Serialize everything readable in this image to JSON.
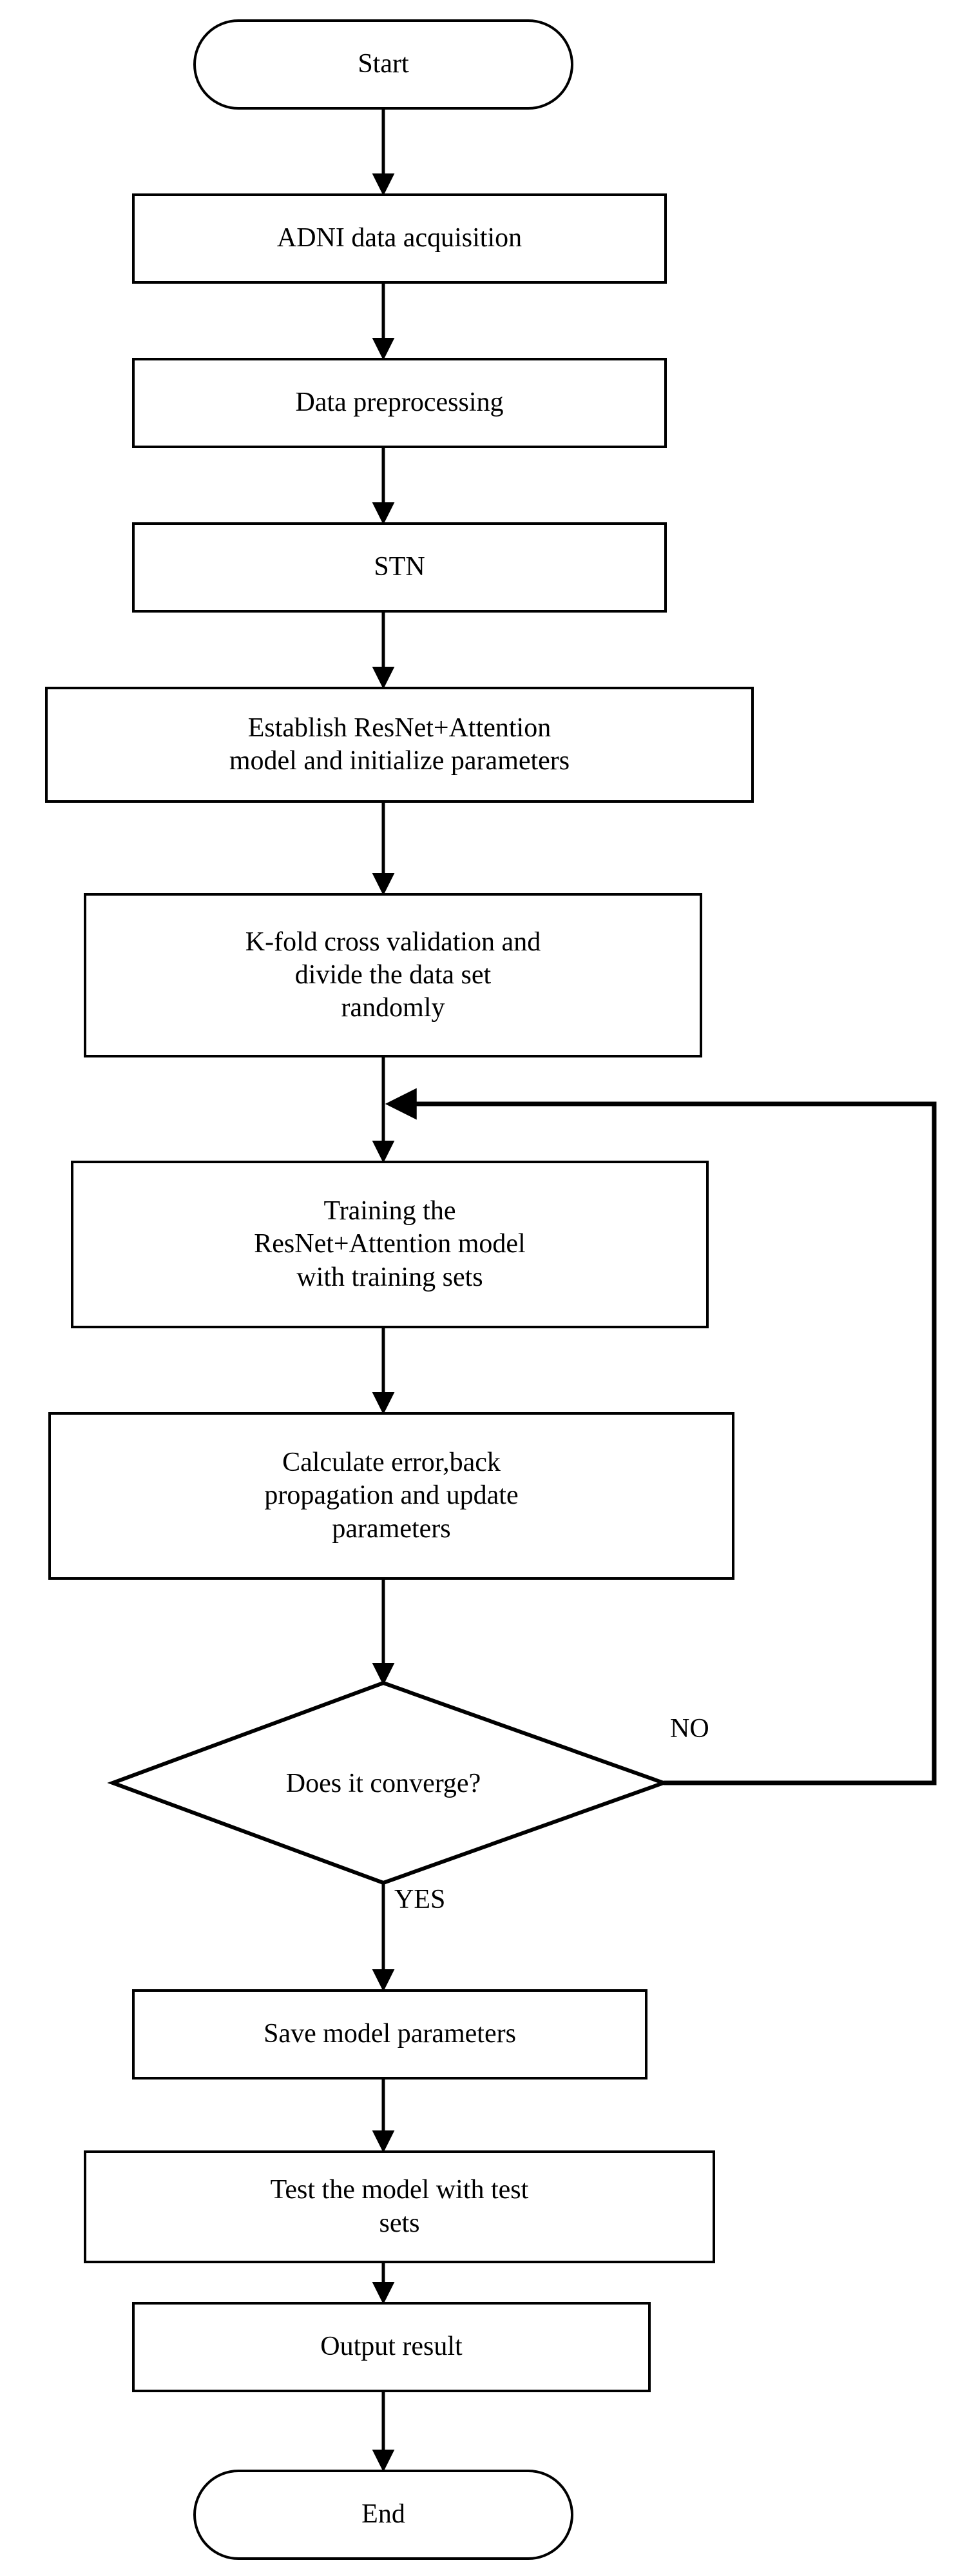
{
  "diagram": {
    "type": "flowchart",
    "orientation": "vertical",
    "title_text": "",
    "colors": {
      "stroke": "#000000",
      "fill": "#ffffff",
      "text": "#000000",
      "background": "#ffffff"
    },
    "nodes": [
      {
        "id": "start",
        "shape": "terminator",
        "label": "Start"
      },
      {
        "id": "acquire",
        "shape": "process",
        "label": "ADNI data acquisition"
      },
      {
        "id": "preprocess",
        "shape": "process",
        "label": "Data preprocessing"
      },
      {
        "id": "stn",
        "shape": "process",
        "label": "STN"
      },
      {
        "id": "establish",
        "shape": "process",
        "label": "Establish ResNet+Attention\nmodel and initialize parameters"
      },
      {
        "id": "kfold",
        "shape": "process",
        "label": "K-fold cross validation and\ndivide the data set\nrandomly"
      },
      {
        "id": "train",
        "shape": "process",
        "label": "Training the\nResNet+Attention model\nwith training sets"
      },
      {
        "id": "backprop",
        "shape": "process",
        "label": "Calculate error,back\npropagation and update\nparameters"
      },
      {
        "id": "converge",
        "shape": "decision",
        "label": "Does it converge?"
      },
      {
        "id": "save",
        "shape": "process",
        "label": "Save model parameters"
      },
      {
        "id": "test",
        "shape": "process",
        "label": "Test the model with test\nsets"
      },
      {
        "id": "output",
        "shape": "process",
        "label": "Output result"
      },
      {
        "id": "end",
        "shape": "terminator",
        "label": "End"
      }
    ],
    "edge_labels": {
      "no": "NO",
      "yes": "YES"
    },
    "edges": [
      {
        "from": "start",
        "to": "acquire",
        "label": ""
      },
      {
        "from": "acquire",
        "to": "preprocess",
        "label": ""
      },
      {
        "from": "preprocess",
        "to": "stn",
        "label": ""
      },
      {
        "from": "stn",
        "to": "establish",
        "label": ""
      },
      {
        "from": "establish",
        "to": "kfold",
        "label": ""
      },
      {
        "from": "kfold",
        "to": "train",
        "label": ""
      },
      {
        "from": "train",
        "to": "backprop",
        "label": ""
      },
      {
        "from": "backprop",
        "to": "converge",
        "label": ""
      },
      {
        "from": "converge",
        "to": "train",
        "label": "NO"
      },
      {
        "from": "converge",
        "to": "save",
        "label": "YES"
      },
      {
        "from": "save",
        "to": "test",
        "label": ""
      },
      {
        "from": "test",
        "to": "output",
        "label": ""
      },
      {
        "from": "output",
        "to": "end",
        "label": ""
      }
    ]
  }
}
